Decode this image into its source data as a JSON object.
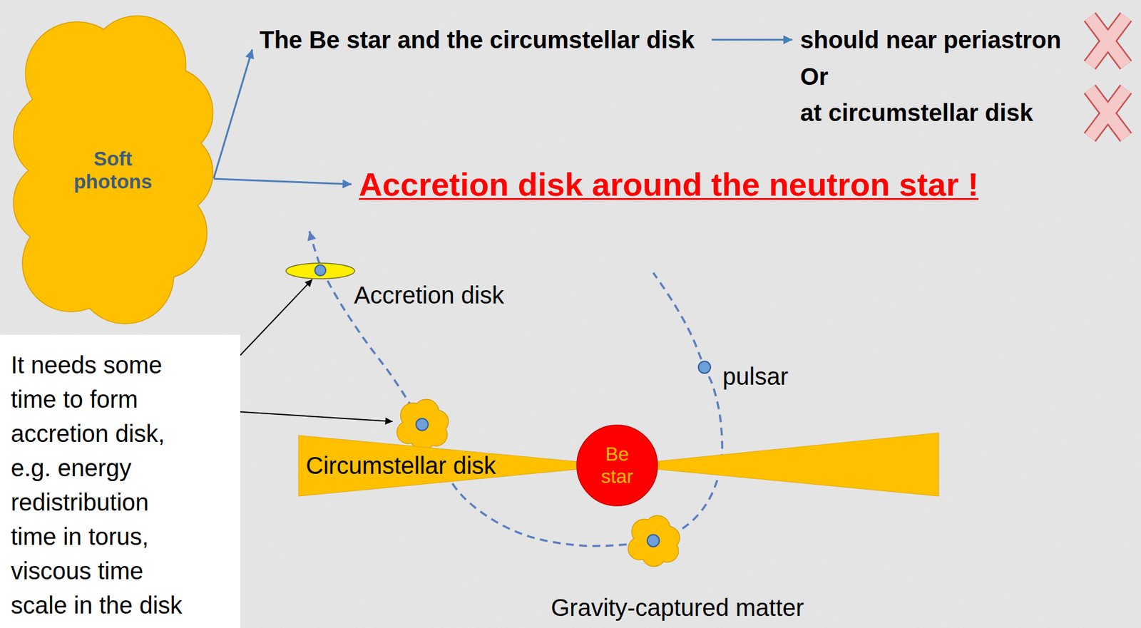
{
  "diagram": {
    "nodes": [
      {
        "text": [
          "Soft photons"
        ]
      },
      {
        "text": [
          "Accretion disk"
        ]
      },
      {
        "text": [
          "Circumstellar disk"
        ]
      },
      {
        "text": [
          "Be star"
        ]
      },
      {
        "text": [
          "It needs some time to form accretion disk, e.g. energy redistribution time in torus, viscous time scale in the disk"
        ]
      }
    ],
    "edges": [
      {
        "from": 4,
        "to": 1,
        "arrow": "to"
      }
    ],
    "labels": [
      "The Be star and the circumstellar disk",
      "should near periastron",
      "Or",
      "at circumstellar disk",
      "Accretion disk around the neutron star !",
      "pulsar",
      "Gravity-captured matter"
    ]
  }
}
